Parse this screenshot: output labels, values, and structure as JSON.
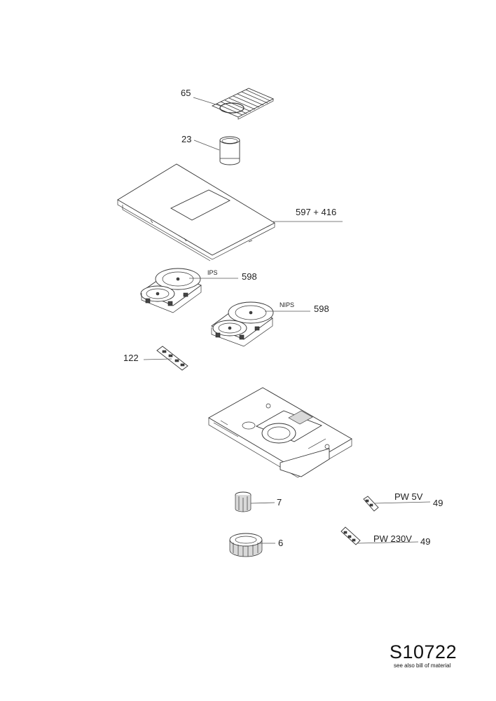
{
  "parts": [
    {
      "id": "grille",
      "number": "65",
      "annotation": ""
    },
    {
      "id": "filter-cylinder",
      "number": "23",
      "annotation": ""
    },
    {
      "id": "glass-top",
      "number": "597 + 416",
      "annotation": ""
    },
    {
      "id": "induction-ips",
      "number": "598",
      "annotation": "IPS"
    },
    {
      "id": "induction-nips",
      "number": "598",
      "annotation": "NIPS"
    },
    {
      "id": "control-board",
      "number": "122",
      "annotation": ""
    },
    {
      "id": "motor",
      "number": "7",
      "annotation": ""
    },
    {
      "id": "fan-wheel",
      "number": "6",
      "annotation": ""
    },
    {
      "id": "power-board-5v",
      "number": "49",
      "annotation": "PW 5V"
    },
    {
      "id": "power-board-230v",
      "number": "49",
      "annotation": "PW 230V"
    }
  ],
  "document": {
    "code": "S10722",
    "note": "see also bill of material"
  }
}
